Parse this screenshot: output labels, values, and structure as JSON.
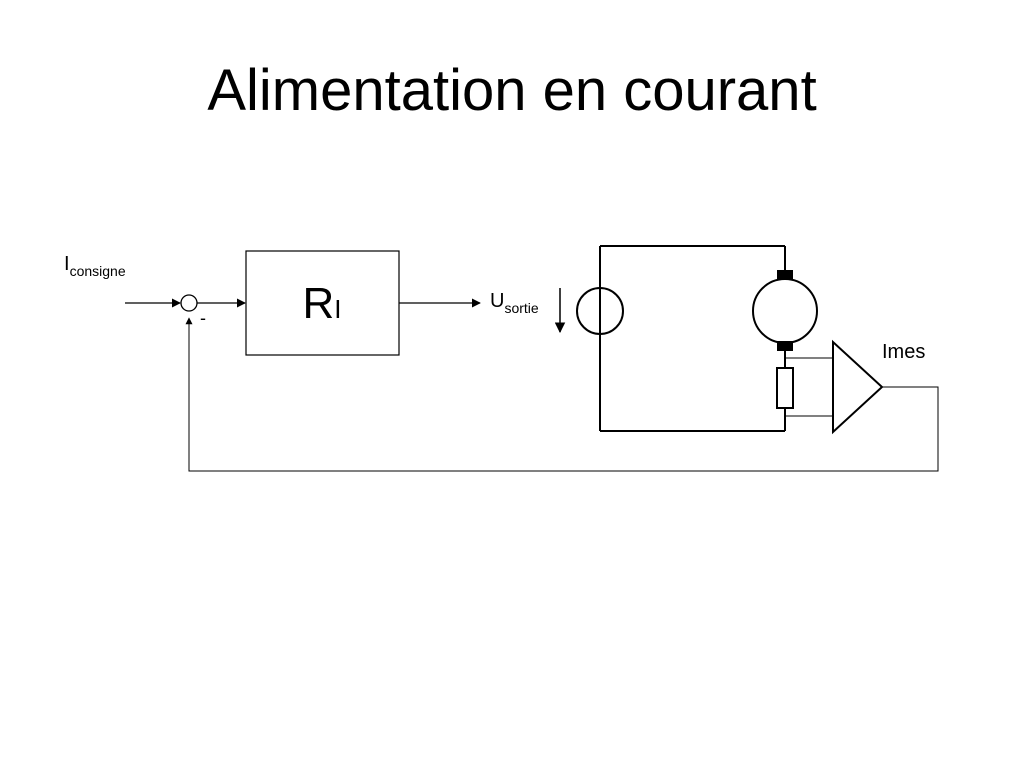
{
  "title": "Alimentation en courant",
  "diagram": {
    "input_label": {
      "main": "I",
      "sub": "consigne"
    },
    "summing_sign": "-",
    "controller": {
      "main": "R",
      "sub": "I"
    },
    "output_voltage": {
      "main": "U",
      "sub": "sortie"
    },
    "measurement_label": "Imes"
  }
}
